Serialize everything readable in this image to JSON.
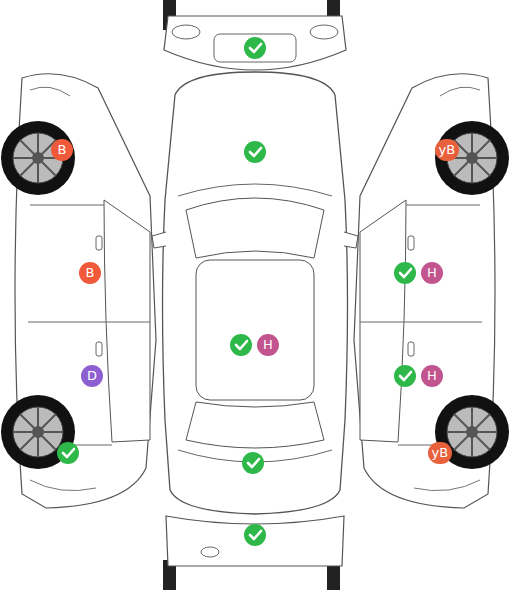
{
  "diagram": {
    "nodes": [
      {
        "text": [
          "B"
        ]
      },
      {
        "text": [
          "yB"
        ]
      },
      {
        "text": [
          "B"
        ]
      },
      {
        "text": [
          "H"
        ]
      },
      {
        "text": [
          "H"
        ]
      },
      {
        "text": [
          "D"
        ]
      },
      {
        "text": [
          "H"
        ]
      },
      {
        "text": [
          "yB"
        ]
      }
    ]
  }
}
